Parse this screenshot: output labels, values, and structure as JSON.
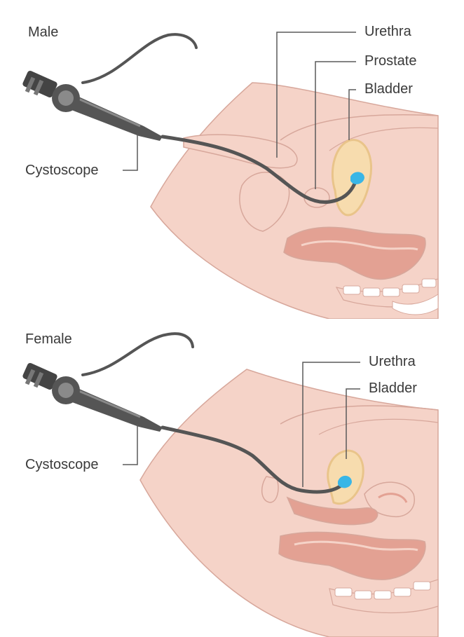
{
  "male": {
    "title": "Male",
    "labels": {
      "cystoscope": "Cystoscope",
      "urethra": "Urethra",
      "prostate": "Prostate",
      "bladder": "Bladder"
    }
  },
  "female": {
    "title": "Female",
    "labels": {
      "cystoscope": "Cystoscope",
      "urethra": "Urethra",
      "bladder": "Bladder"
    }
  },
  "colors": {
    "skin": "#f5d3c8",
    "skin_line": "#d7a79b",
    "bladder": "#f7dcae",
    "bladder_outline": "#e9c48a",
    "rectum": "#e3a193",
    "bone": "#ffffff",
    "scope": "#555555",
    "scope_light": "#8a8a8a",
    "fluid": "#39b6e6",
    "leader": "#5a5a5a"
  }
}
